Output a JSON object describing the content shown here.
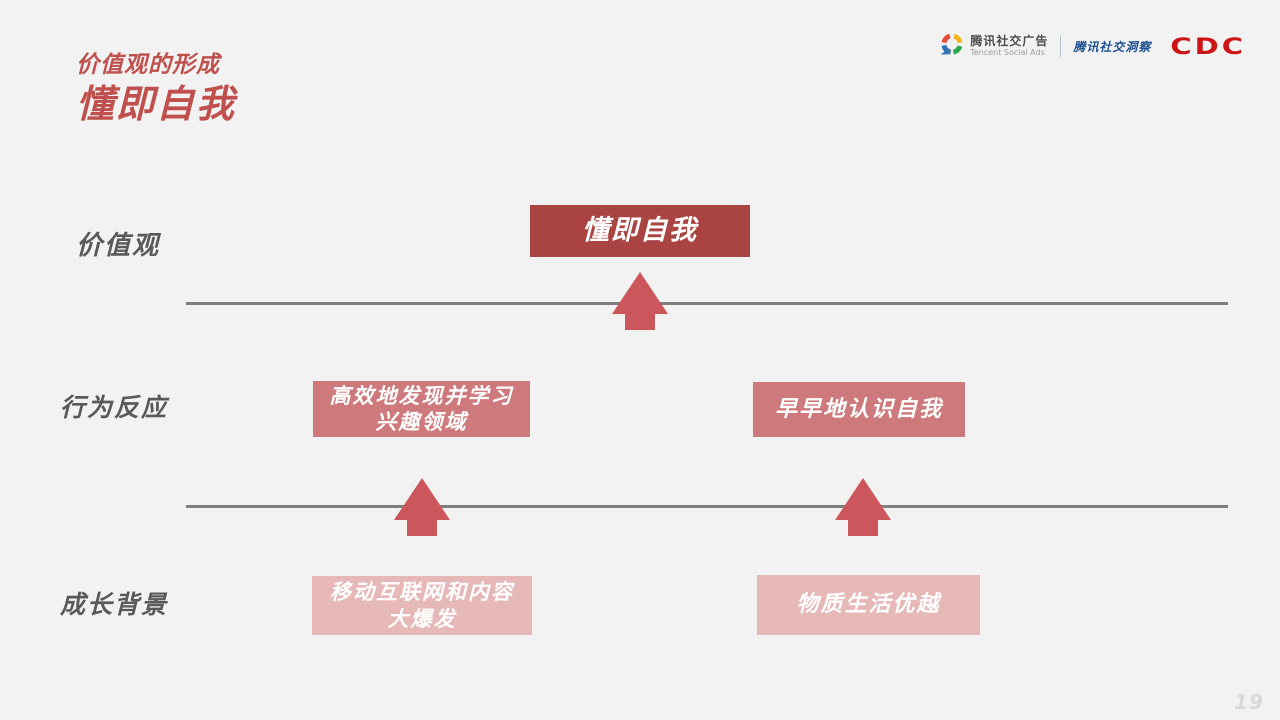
{
  "header": {
    "subtitle": "价值观的形成",
    "title": "懂即自我"
  },
  "brand": {
    "tsa_cn": "腾讯社交广告",
    "tsa_en": "Tencent Social Ads",
    "insight": "腾讯社交洞察",
    "cdc": "CDC"
  },
  "diagram": {
    "labels": {
      "values": "价值观",
      "behavior": "行为反应",
      "background": "成长背景"
    },
    "value_box": "懂即自我",
    "behavior_left_line1": "高效地发现并学习",
    "behavior_left_line2": "兴趣领域",
    "behavior_right": "早早地认识自我",
    "background_left_line1": "移动互联网和内容",
    "background_left_line2": "大爆发",
    "background_right": "物质生活优越"
  },
  "colors": {
    "accent_title": "#c0504d",
    "value_box": "#a94442",
    "behavior_box": "#ce7a7d",
    "background_box": "#e6b8b8",
    "arrow": "#cb565b",
    "timeline": "#7f7f7f",
    "label_text": "#595959",
    "insight_blue": "#1d4f91",
    "cdc_red": "#cd1414"
  },
  "icons": {
    "tsa_logo": "tencent-social-ads-ring",
    "arrow": "up-block-arrow"
  },
  "footer": {
    "page_number": "19"
  }
}
